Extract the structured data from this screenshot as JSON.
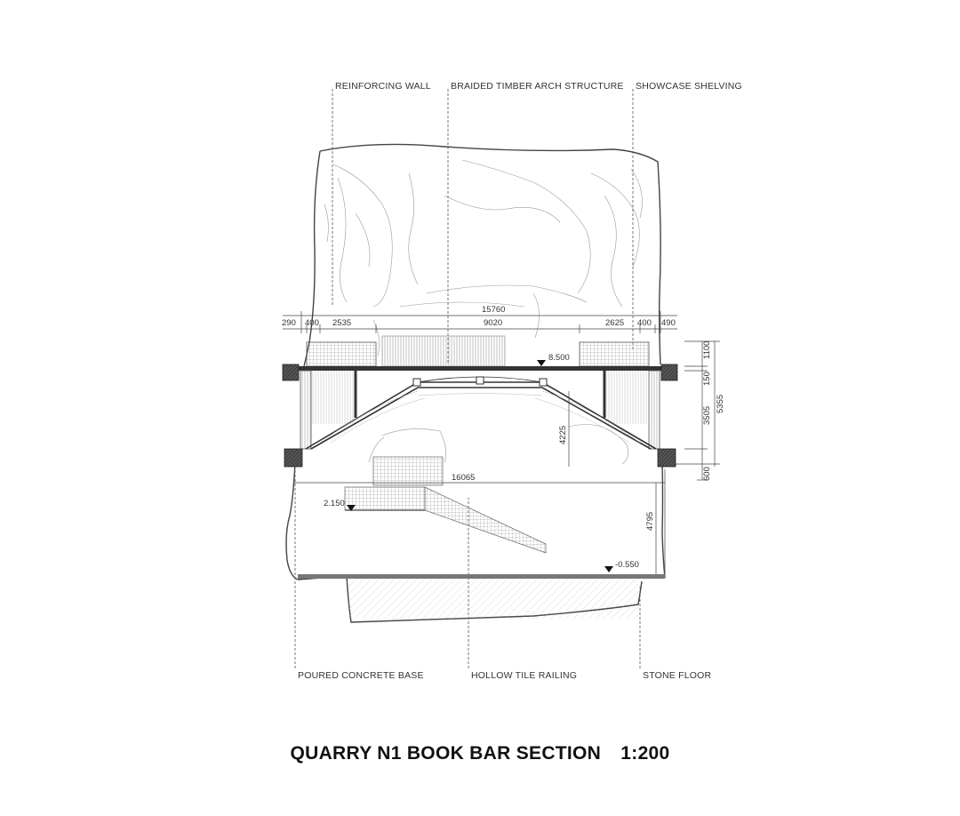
{
  "labels": {
    "top": [
      "REINFORCING WALL",
      "BRAIDED TIMBER ARCH STRUCTURE",
      "SHOWCASE SHELVING"
    ],
    "bottom": [
      "POURED CONCRETE BASE",
      "HOLLOW TILE RAILING",
      "STONE FLOOR"
    ]
  },
  "dimensions": {
    "overall_width": "15760",
    "segments": [
      "290",
      "400",
      "2535",
      "9020",
      "2625",
      "400",
      "490"
    ],
    "right_stack": [
      "1100",
      "150",
      "3505",
      "5355",
      "600"
    ],
    "arch_height": "4225",
    "lower_width": "16065",
    "lower_height": "4795"
  },
  "levels": {
    "upper": "8.500",
    "mid": "2.150",
    "ground": "-0.550"
  },
  "title": {
    "name": "QUARRY N1 BOOK BAR SECTION",
    "scale": "1:200"
  }
}
